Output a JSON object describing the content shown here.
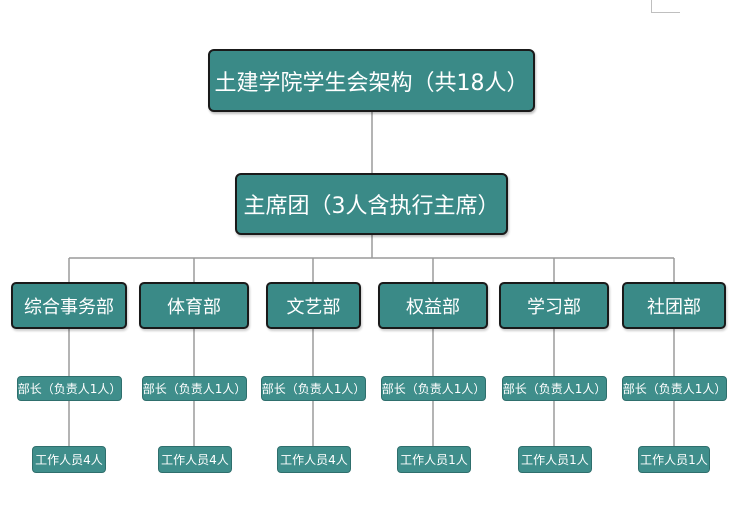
{
  "root": {
    "label": "土建学院学生会架构（共18人）"
  },
  "presidium": {
    "label": "主席团（3人含执行主席）"
  },
  "departments": [
    {
      "name": "综合事务部",
      "head": "部长（负责人1人）",
      "staff": "工作人员4人"
    },
    {
      "name": "体育部",
      "head": "部长（负责人1人）",
      "staff": "工作人员4人"
    },
    {
      "name": "文艺部",
      "head": "部长（负责人1人）",
      "staff": "工作人员4人"
    },
    {
      "name": "权益部",
      "head": "部长（负责人1人）",
      "staff": "工作人员1人"
    },
    {
      "name": "学习部",
      "head": "部长（负责人1人）",
      "staff": "工作人员1人"
    },
    {
      "name": "社团部",
      "head": "部长（负责人1人）",
      "staff": "工作人员1人"
    }
  ],
  "colors": {
    "node_fill": "#3a8a87",
    "node_border": "#1a1a1a",
    "connector": "#9a9a9a"
  }
}
